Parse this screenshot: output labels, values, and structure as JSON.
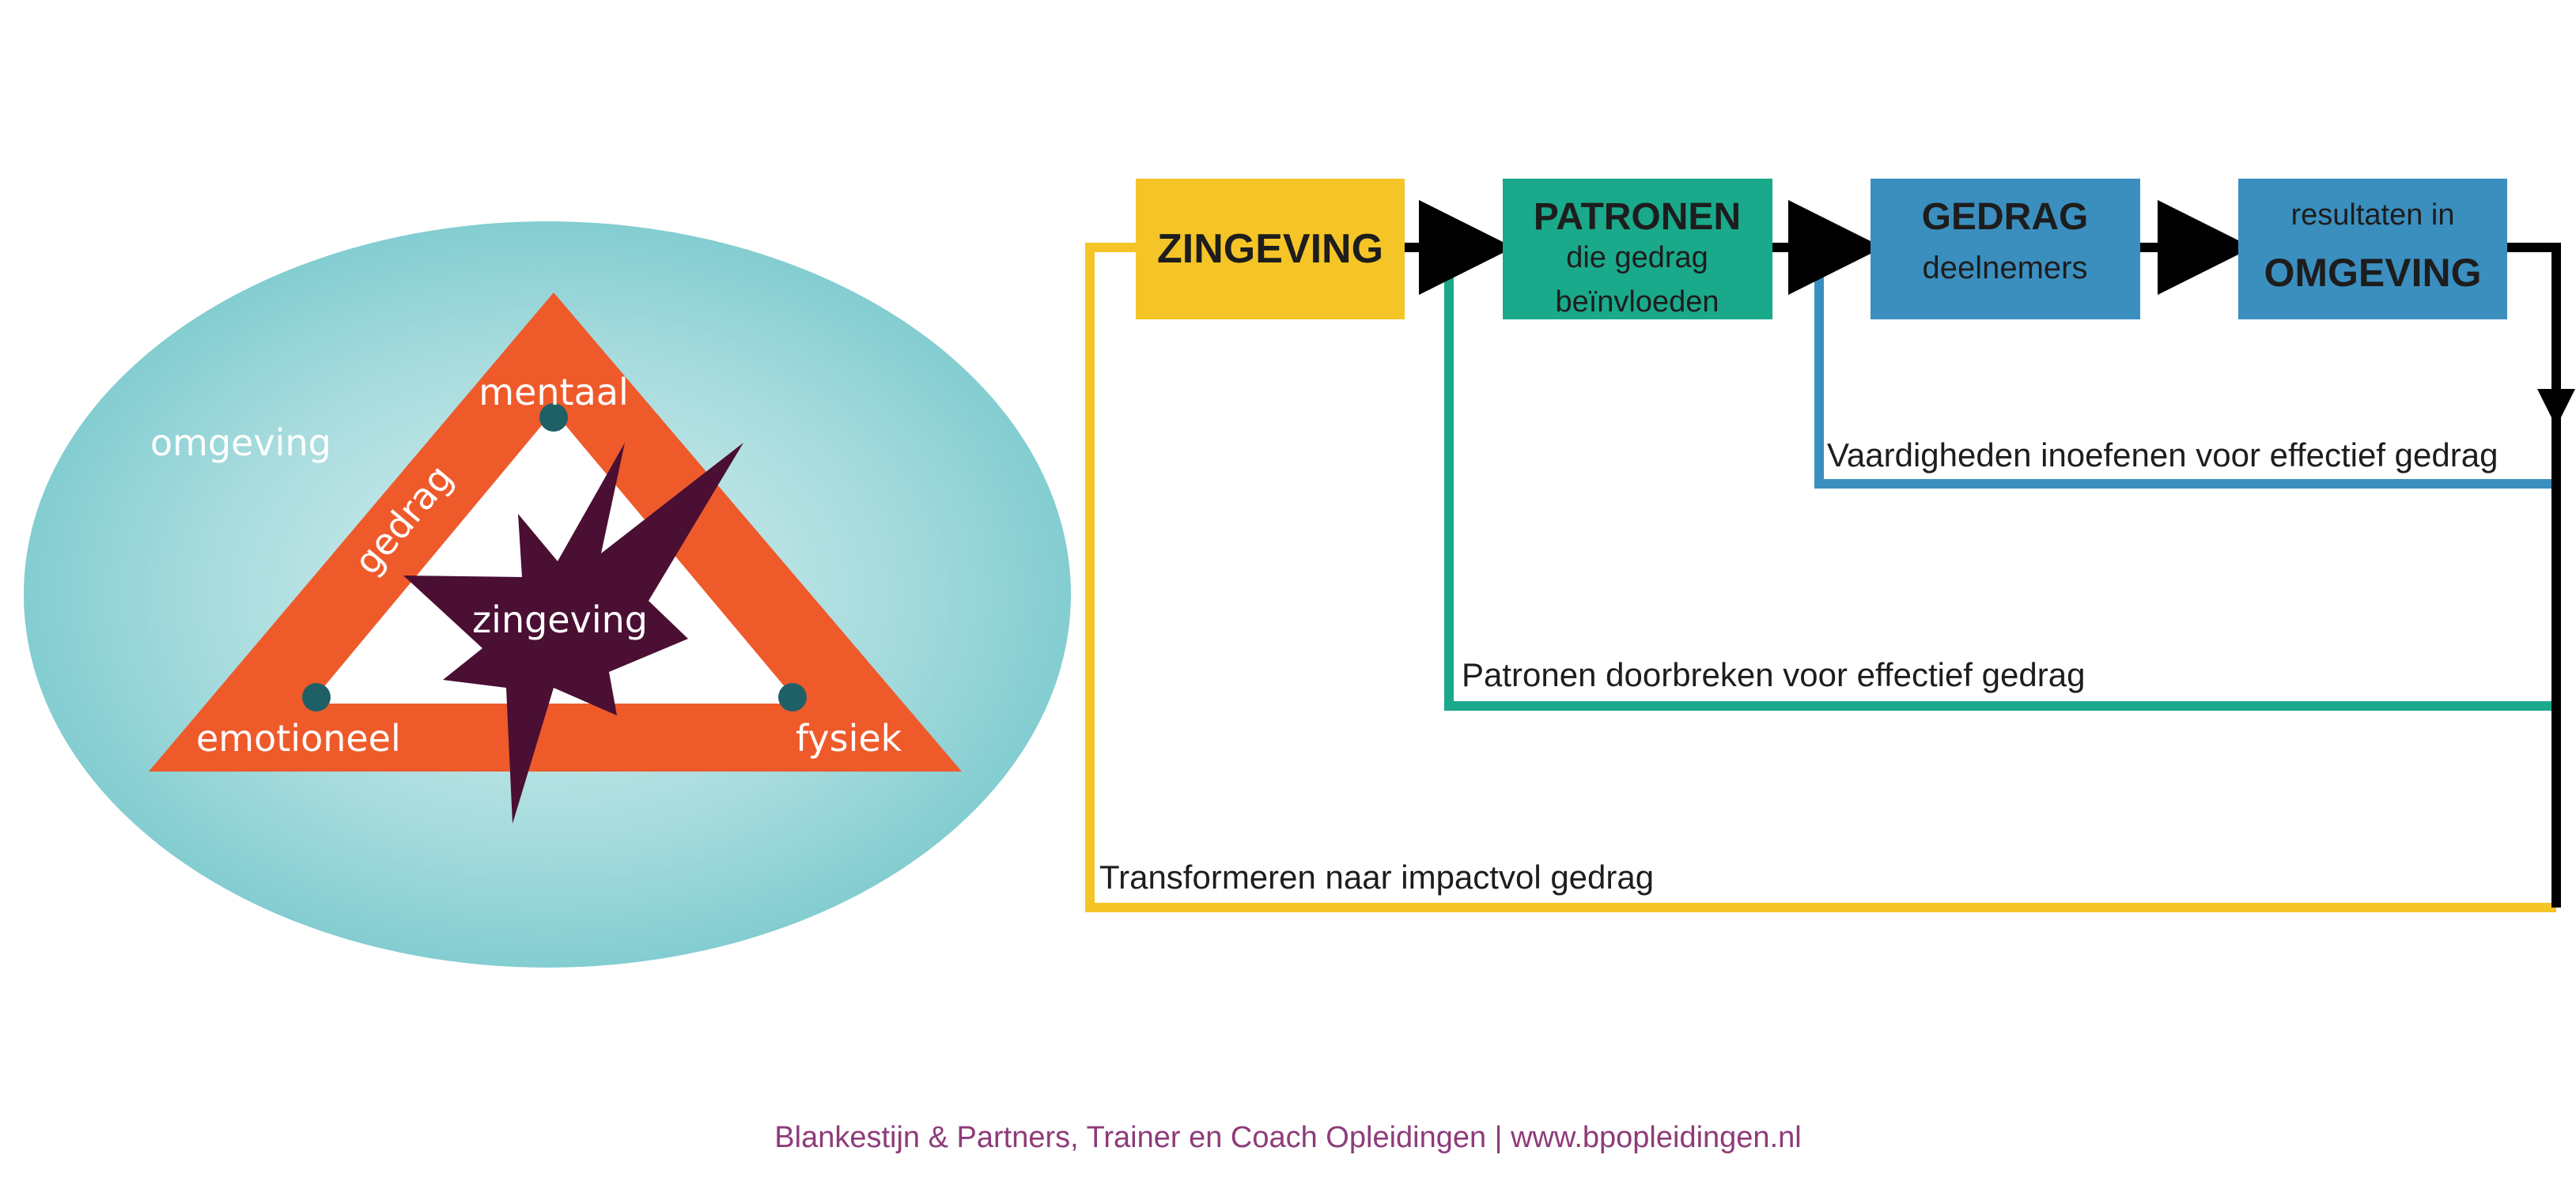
{
  "triangle": {
    "environment_label": "omgeving",
    "corner_top": "mentaal",
    "corner_left": "emotioneel",
    "corner_right": "fysiek",
    "side_label": "gedrag",
    "center_label": "zingeving"
  },
  "flow": {
    "box1": {
      "title": "ZINGEVING",
      "sub": ""
    },
    "box2": {
      "title": "PATRONEN",
      "sub1": "die gedrag",
      "sub2": "beïnvloeden"
    },
    "box3": {
      "title": "GEDRAG",
      "sub": "deelnemers"
    },
    "box4": {
      "pre": "resultaten in",
      "title": "OMGEVING"
    },
    "loop_blue": "Vaardigheden inoefenen voor effectief gedrag",
    "loop_green": "Patronen doorbreken voor effectief gedrag",
    "loop_yellow": "Transformeren naar impactvol gedrag"
  },
  "colors": {
    "yellow": "#f5c426",
    "green": "#1aa98a",
    "blue": "#3b8fbf",
    "orange": "#ef5a2b",
    "star": "#4a0f33",
    "teal": "#7fcdd1"
  },
  "footer": "Blankestijn & Partners, Trainer en Coach Opleidingen | www.bpopleidingen.nl"
}
